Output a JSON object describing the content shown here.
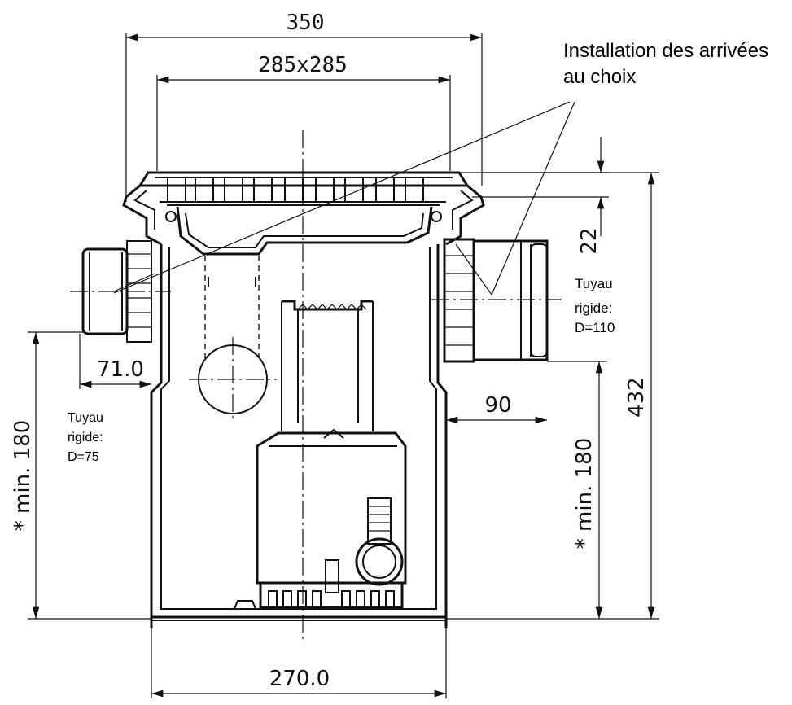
{
  "dimensions": {
    "overall_width": "350",
    "cover_size": "285x285",
    "cover_height": "22",
    "overall_height": "432",
    "left_inlet_offset": "71.0",
    "right_inlet_offset": "90",
    "left_min_height": "* min. 180",
    "right_min_height": "* min. 180",
    "base_width": "270.0"
  },
  "notes": {
    "inlet_choice_line1": "Installation des arrivées",
    "inlet_choice_line2": "au choix",
    "right_pipe_line1": "Tuyau",
    "right_pipe_line2": "rigide:",
    "right_pipe_line3": "D=110",
    "left_pipe_line1": "Tuyau",
    "left_pipe_line2": "rigide:",
    "left_pipe_line3": "D=75"
  }
}
